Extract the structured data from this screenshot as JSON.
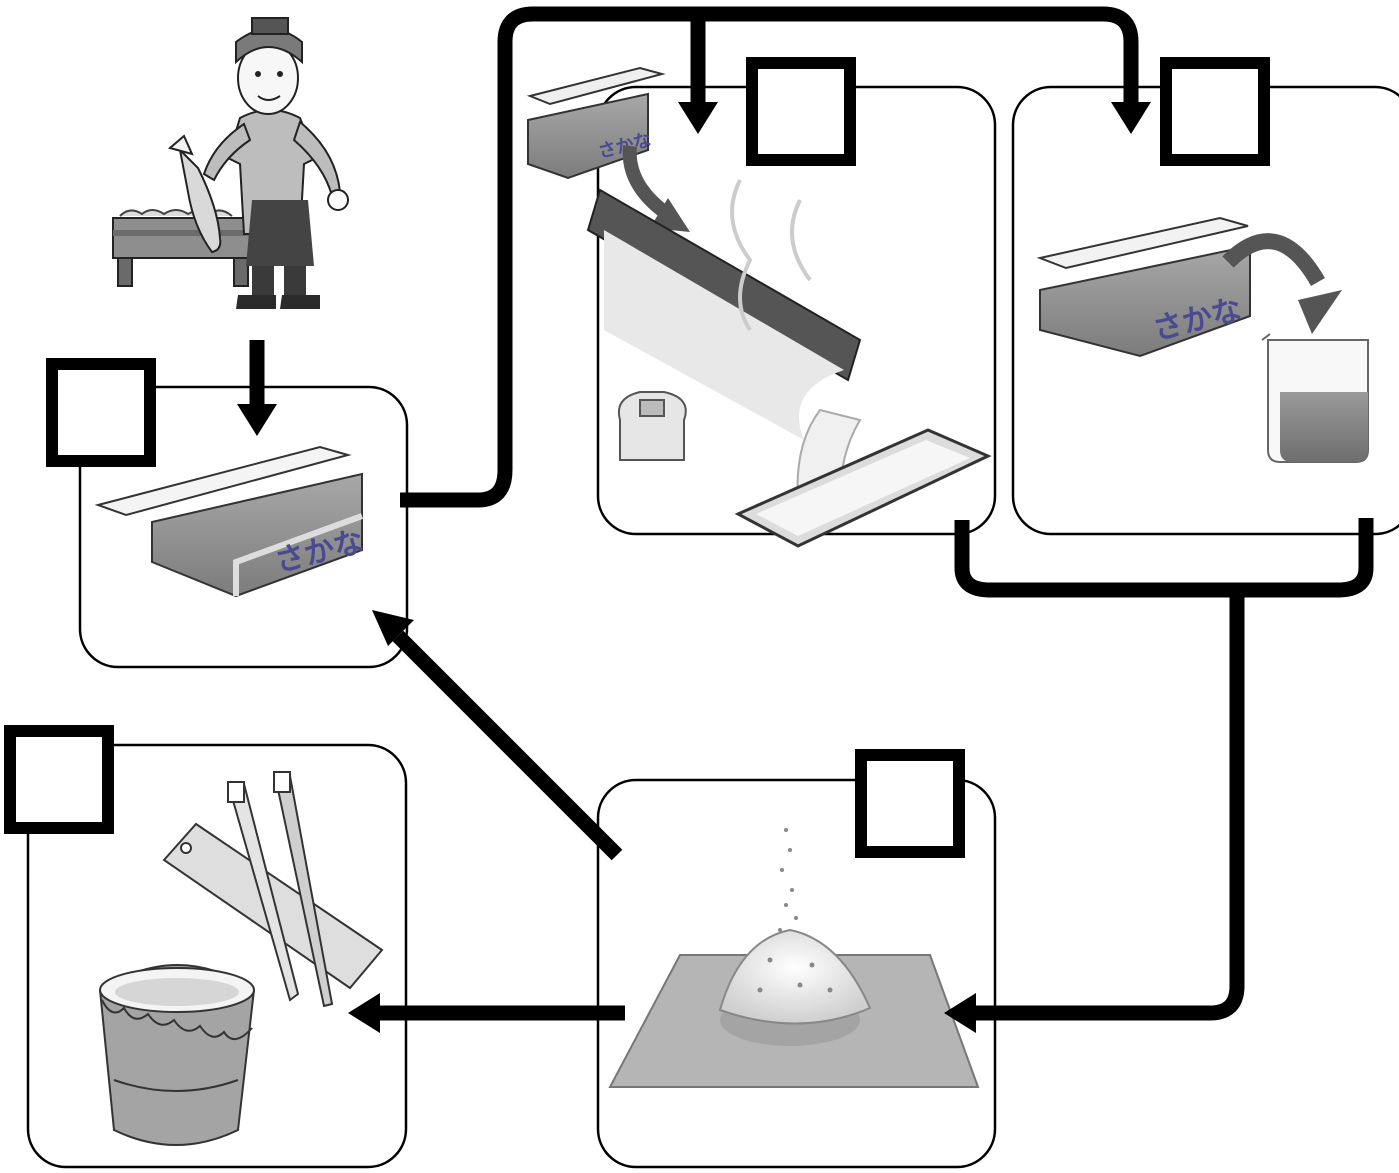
{
  "diagram": {
    "box_label": "さかな",
    "box_label_beaker_step": "さかな",
    "box_label_pour_step": "さかな",
    "label_boxes": [
      "",
      "",
      "",
      "",
      "",
      ""
    ]
  },
  "colors": {
    "stroke": "#000000",
    "panel_fill": "#ffffff",
    "box_text": "#4a4a90",
    "box_body": "#9a9a9a",
    "box_lid": "#e8e8e8",
    "mat": "#b5b5b5",
    "liquid": "#8a8a8a"
  },
  "icons": {
    "fisherman": "fisherman-with-fish-icon",
    "styrofoam_box": "styrofoam-fish-box-icon",
    "melting": "melting-foam-into-tray-icon",
    "dissolving": "foam-into-beaker-icon",
    "crushed": "crushed-foam-pile-icon",
    "recycled": "recycled-products-icon"
  }
}
